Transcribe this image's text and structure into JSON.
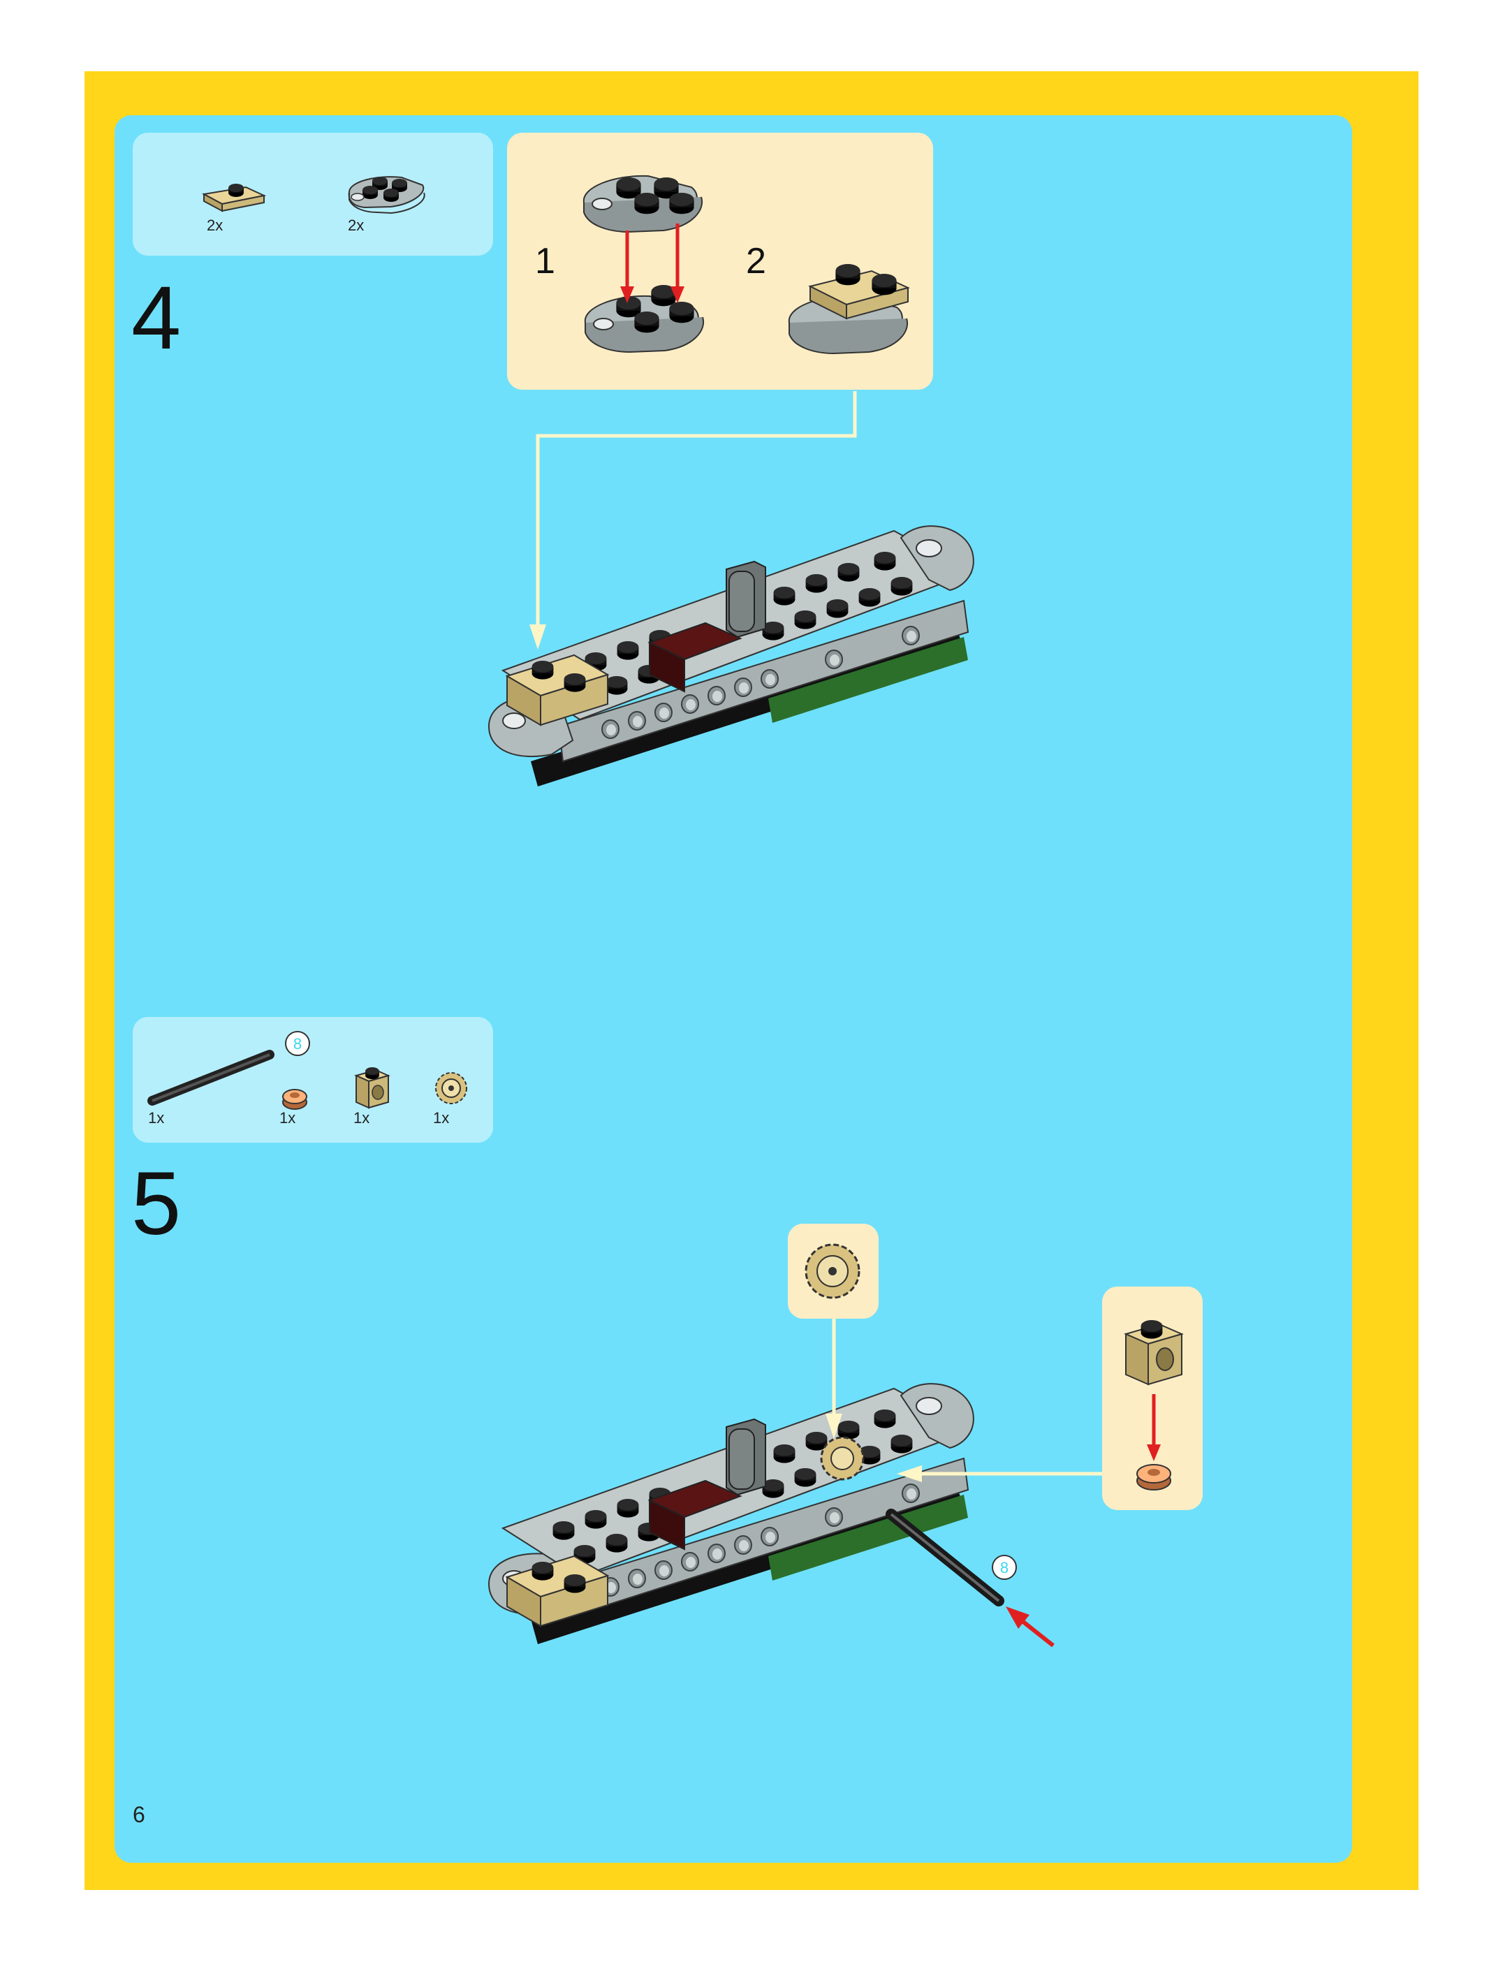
{
  "page": {
    "number": "6"
  },
  "colors": {
    "border": "#ffd61a",
    "background": "#6fe0fb",
    "parts_box": "#b6effc",
    "callout": "#fdedc5",
    "arrow": "#e02020",
    "guide_line": "#fff6c8"
  },
  "steps": [
    {
      "number": "4",
      "parts": [
        {
          "icon": "tan-plate-1x2-icon",
          "qty": "2x"
        },
        {
          "icon": "gray-round-plate-icon",
          "qty": "2x"
        }
      ],
      "substeps": [
        "1",
        "2"
      ]
    },
    {
      "number": "5",
      "parts": [
        {
          "icon": "black-axle-icon",
          "qty": "1x"
        },
        {
          "icon": "orange-bush-icon",
          "qty": "1x"
        },
        {
          "icon": "tan-technic-brick-icon",
          "qty": "1x"
        },
        {
          "icon": "tan-gear-icon",
          "qty": "1x"
        }
      ],
      "axle_length_badge": "8",
      "axle_badge_assembly": "8"
    }
  ]
}
